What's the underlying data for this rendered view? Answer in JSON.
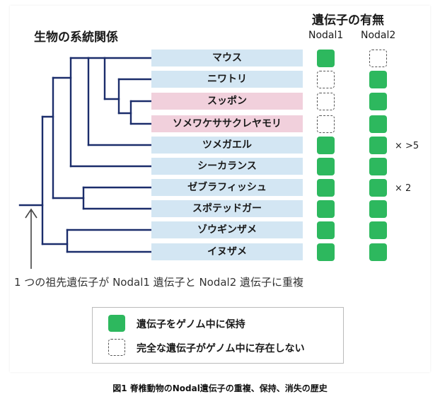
{
  "header": {
    "left_title": "生物の系統関係",
    "right_title": "遺伝子の有無",
    "col1": "Nodal1",
    "col2": "Nodal2"
  },
  "species": [
    {
      "name": "マウス",
      "highlight": "blue",
      "nodal1": true,
      "nodal2": false,
      "note": ""
    },
    {
      "name": "ニワトリ",
      "highlight": "blue",
      "nodal1": false,
      "nodal2": true,
      "note": ""
    },
    {
      "name": "スッポン",
      "highlight": "pink",
      "nodal1": false,
      "nodal2": true,
      "note": ""
    },
    {
      "name": "ソメワケササクレヤモリ",
      "highlight": "pink",
      "nodal1": false,
      "nodal2": true,
      "note": ""
    },
    {
      "name": "ツメガエル",
      "highlight": "blue",
      "nodal1": true,
      "nodal2": true,
      "note": "× >5"
    },
    {
      "name": "シーカランス",
      "highlight": "blue",
      "nodal1": true,
      "nodal2": true,
      "note": ""
    },
    {
      "name": "ゼブラフィッシュ",
      "highlight": "blue",
      "nodal1": true,
      "nodal2": true,
      "note": "× 2"
    },
    {
      "name": "スポテッドガー",
      "highlight": "blue",
      "nodal1": true,
      "nodal2": true,
      "note": ""
    },
    {
      "name": "ゾウギンザメ",
      "highlight": "blue",
      "nodal1": true,
      "nodal2": true,
      "note": ""
    },
    {
      "name": "イヌザメ",
      "highlight": "blue",
      "nodal1": true,
      "nodal2": true,
      "note": ""
    }
  ],
  "annotation": "1 つの祖先遺伝子が Nodal1 遺伝子と Nodal2 遺伝子に重複",
  "legend": {
    "present": "遺伝子をゲノム中に保持",
    "absent": "完全な遺伝子がゲノム中に存在しない"
  },
  "caption": "図1 脊椎動物のNodal遺伝子の重複、保持、消失の歴史",
  "colors": {
    "tree": "#1b2d6b",
    "present": "#2db85e",
    "label_blue": "#d3e6f3",
    "label_pink": "#f1d0dc"
  }
}
